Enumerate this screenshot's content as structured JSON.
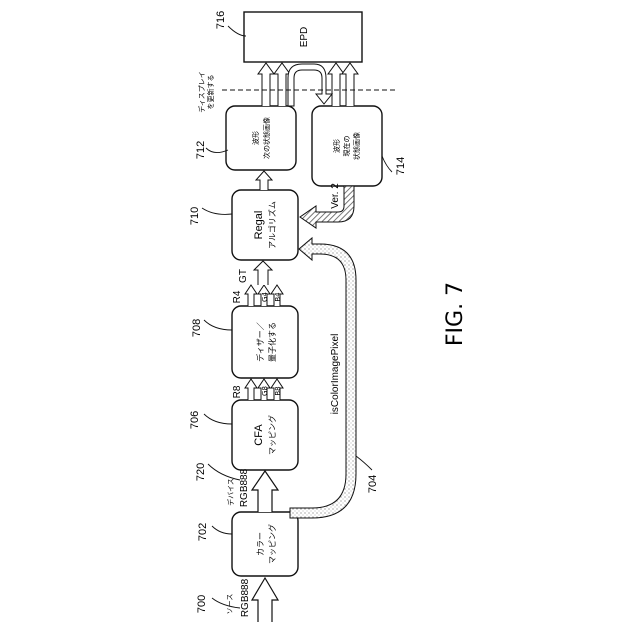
{
  "figure": {
    "label": "FIG. 7"
  },
  "refs": {
    "r700": "700",
    "r702": "702",
    "r704": "704",
    "r706": "706",
    "r708": "708",
    "r710": "710",
    "r712": "712",
    "r714": "714",
    "r716": "716",
    "r720": "720"
  },
  "blocks": {
    "color_mapping": {
      "line1": "カラー",
      "line2": "マッピング"
    },
    "cfa_mapping": {
      "line1": "CFA",
      "line2": "マッピング"
    },
    "dither": {
      "line1": "ディザー／",
      "line2": "量子化する"
    },
    "regal": {
      "line1": "Regal",
      "line2": "アルゴリズム"
    },
    "next_waveform": {
      "line1": "波形",
      "line2": "次の状態画像"
    },
    "current_waveform": {
      "line1": "波形",
      "line2": "現在の",
      "line3": "状態画像"
    },
    "epd": {
      "label": "EPD"
    }
  },
  "signals": {
    "source_label": "ソース",
    "source_format": "RGB888",
    "device_label": "デバイス",
    "device_format": "RGB888",
    "r8": "R8",
    "g8": "G8",
    "b8": "B8",
    "r4": "R4",
    "g4": "G4",
    "b4": "B4",
    "gt": "GT",
    "is_color": "isColorImagePixel",
    "ver2": "Ver. 2",
    "update_display_1": "ディスプレイ",
    "update_display_2": "を更新する"
  }
}
